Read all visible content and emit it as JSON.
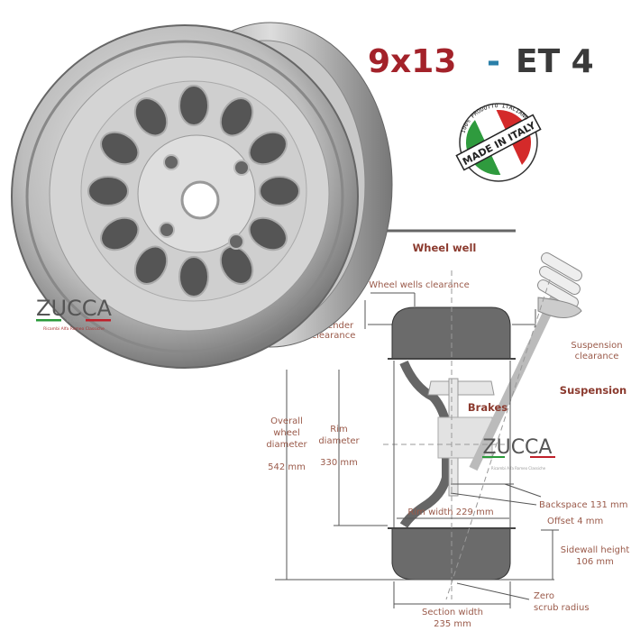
{
  "title": {
    "size": "9x13",
    "sep": "-",
    "et": "ET 4",
    "size_color": "#a3222a",
    "sep_color": "#2a7fa8",
    "et_color": "#3a3a3a"
  },
  "badge": {
    "main": "MADE IN ITALY",
    "ring": "100% PRODOTTO ITALIANO"
  },
  "brand": {
    "name": "ZUCCA",
    "sub": "RICAMBI",
    "tagline": "Ricambi Alfa Romeo Classiche"
  },
  "diagram": {
    "wheel_well": "Wheel well",
    "wheel_wells_clearance": "Wheel wells clearance",
    "fender_clearance": [
      "Fender",
      "clearance"
    ],
    "suspension_clearance": [
      "Suspension",
      "clearance"
    ],
    "suspension": "Suspension",
    "brakes": "Brakes",
    "overall_diameter": [
      "Overall",
      "wheel",
      "diameter"
    ],
    "overall_diameter_value": "542 mm",
    "rim_diameter": [
      "Rim",
      "diameter"
    ],
    "rim_diameter_value": "330 mm",
    "backspace": "Backspace 131 mm",
    "offset": "Offset 4 mm",
    "rim_width": "Rim width 229 mm",
    "sidewall": [
      "Sidewall height",
      "106 mm"
    ],
    "zero_scrub": [
      "Zero",
      "scrub radius"
    ],
    "section_width": [
      "Section width",
      "235 mm"
    ]
  }
}
